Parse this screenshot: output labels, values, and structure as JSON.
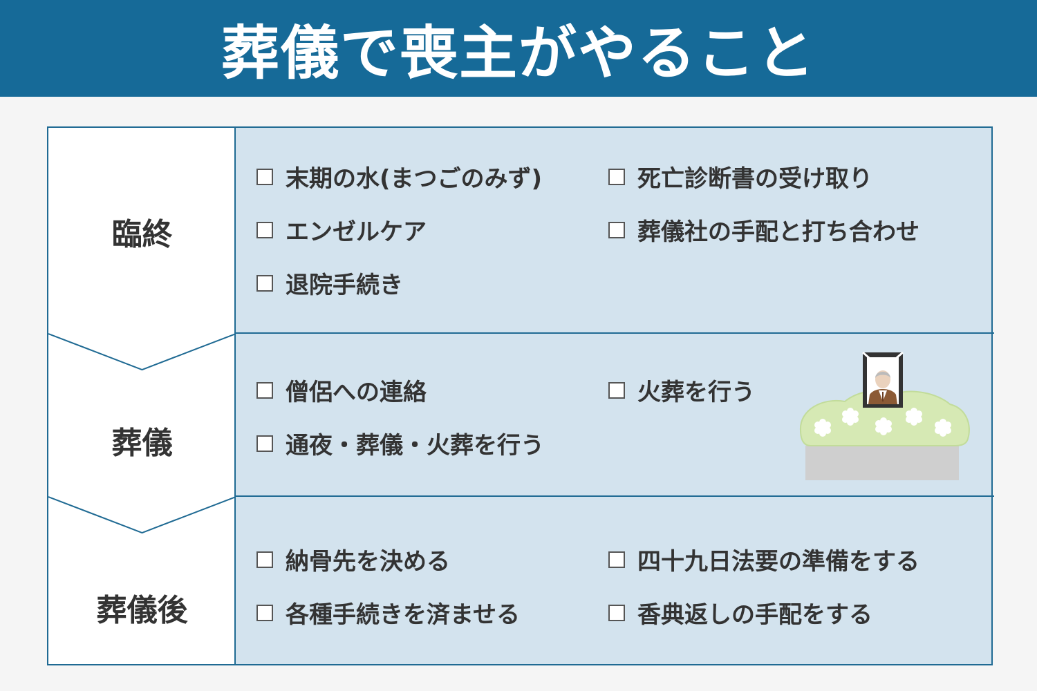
{
  "header": {
    "title": "葬儀で喪主がやること"
  },
  "stages": [
    {
      "label": "臨終",
      "tasks": [
        "末期の水(まつごのみず)",
        "死亡診断書の受け取り",
        "エンゼルケア",
        "葬儀社の手配と打ち合わせ",
        "退院手続き"
      ]
    },
    {
      "label": "葬儀",
      "tasks": [
        "僧侶への連絡",
        "火葬を行う",
        "通夜・葬儀・火葬を行う"
      ]
    },
    {
      "label": "葬儀後",
      "tasks": [
        "納骨先を決める",
        "四十九日法要の準備をする",
        "各種手続きを済ませる",
        "香典返しの手配をする"
      ]
    }
  ],
  "colors": {
    "header_bg": "#166a98",
    "border": "#1f6a93",
    "task_bg": "#d3e3ee",
    "text": "#333333"
  },
  "icons": [
    "checkbox-icon",
    "funeral-altar-illustration"
  ]
}
